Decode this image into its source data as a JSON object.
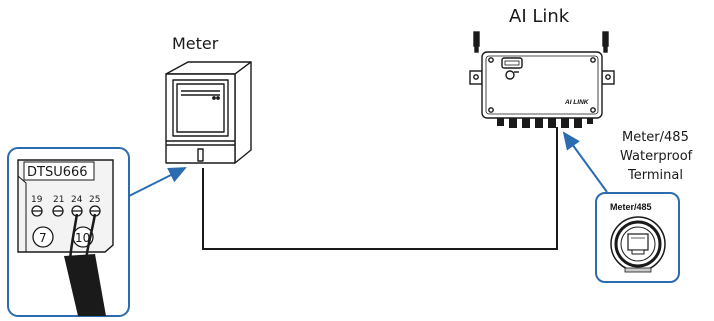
{
  "labels": {
    "meter": "Meter",
    "ai_link": "AI Link",
    "device_brand": "AI LINK",
    "terminal_caption_line1": "Meter/485",
    "terminal_caption_line2": "Waterproof",
    "terminal_caption_line3": "Terminal",
    "terminal_port_label": "Meter/485",
    "dtsu_model": "DTSU666",
    "terminal_numbers": [
      "19",
      "21",
      "24",
      "25"
    ],
    "big_terminal_a": "7",
    "big_terminal_b": "10"
  },
  "colors": {
    "callout_border": "#2b6cb0",
    "arrow": "#2b6cb0",
    "line": "#1a1a1a",
    "panel_fill": "#f3f3f3"
  },
  "icons": [
    "meter-icon",
    "ai-link-device-icon",
    "antenna-icon",
    "rj45-port-icon",
    "screw-terminal-icon"
  ]
}
